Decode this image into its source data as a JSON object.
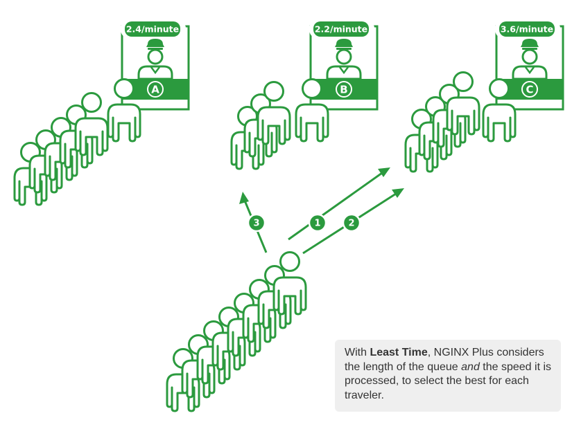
{
  "colors": {
    "accent": "#2b9a3e",
    "note_bg": "#efefef",
    "text": "#333333"
  },
  "counters": [
    {
      "letter": "A",
      "rate": "2.4/minute",
      "queue_length": 6
    },
    {
      "letter": "B",
      "rate": "2.2/minute",
      "queue_length": 4
    },
    {
      "letter": "C",
      "rate": "3.6/minute",
      "queue_length": 5
    }
  ],
  "incoming_queue_length": 8,
  "routes": [
    {
      "label": "1",
      "target": "C"
    },
    {
      "label": "2",
      "target": "C"
    },
    {
      "label": "3",
      "target": "B"
    }
  ],
  "note": {
    "part1": "With ",
    "bold": "Least Time",
    "part2": ", NGINX Plus considers the length of the queue ",
    "italic": "and",
    "part3": " the speed it is processed, to select the best for each traveler."
  }
}
